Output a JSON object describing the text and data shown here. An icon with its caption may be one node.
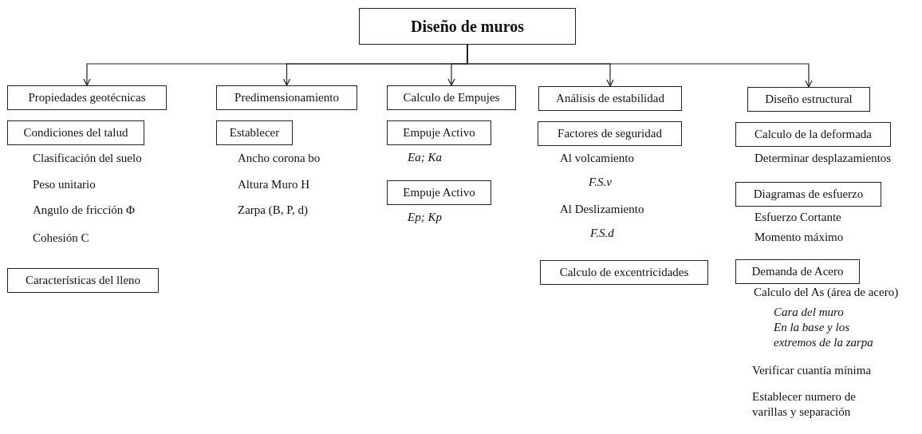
{
  "diagram": {
    "nodes": [
      {
        "text": [
          "Diseño de muros"
        ]
      },
      {
        "text": [
          "Propiedades geotécnicas"
        ]
      },
      {
        "text": [
          "Predimensionamiento"
        ]
      },
      {
        "text": [
          "Calculo de Empujes"
        ]
      },
      {
        "text": [
          "Análisis de estabilidad"
        ]
      },
      {
        "text": [
          "Diseño estructural"
        ]
      },
      {
        "text": [
          "Condiciones del talud"
        ]
      },
      {
        "text": [
          "Características del lleno"
        ]
      },
      {
        "text": [
          "Establecer"
        ]
      },
      {
        "text": [
          "Empuje Activo"
        ]
      },
      {
        "text": [
          "Empuje Activo"
        ]
      },
      {
        "text": [
          "Factores de seguridad"
        ]
      },
      {
        "text": [
          "Calculo de excentricidades"
        ]
      },
      {
        "text": [
          "Calculo de la deformada"
        ]
      },
      {
        "text": [
          "Diagramas de esfuerzo"
        ]
      },
      {
        "text": [
          "Demanda de Acero"
        ]
      }
    ],
    "edges": [
      {
        "from": 0,
        "to": 1,
        "arrow": "to"
      },
      {
        "from": 0,
        "to": 2,
        "arrow": "to"
      },
      {
        "from": 0,
        "to": 3,
        "arrow": "to"
      },
      {
        "from": 0,
        "to": 4,
        "arrow": "to"
      },
      {
        "from": 0,
        "to": 5,
        "arrow": "to"
      }
    ],
    "labels": [
      "Clasificación del suelo",
      "Peso unitario",
      "Angulo de fricción Φ",
      "Cohesión C",
      "Ancho corona bo",
      "Altura Muro H",
      "Zarpa (B, P, d)",
      "Ea; Ka",
      "Ep; Kp",
      "Al volcamiento",
      "F.S.v",
      "Al Deslizamiento",
      "F.S.d",
      "Determinar desplazamientos",
      "Esfuerzo Cortante",
      "Momento máximo",
      "Calculo del As (área de acero)",
      "Cara del muro",
      "En la base y los extremos de la zarpa",
      "Verificar cuantía mínima",
      "Establecer numero de varillas y separación"
    ]
  }
}
